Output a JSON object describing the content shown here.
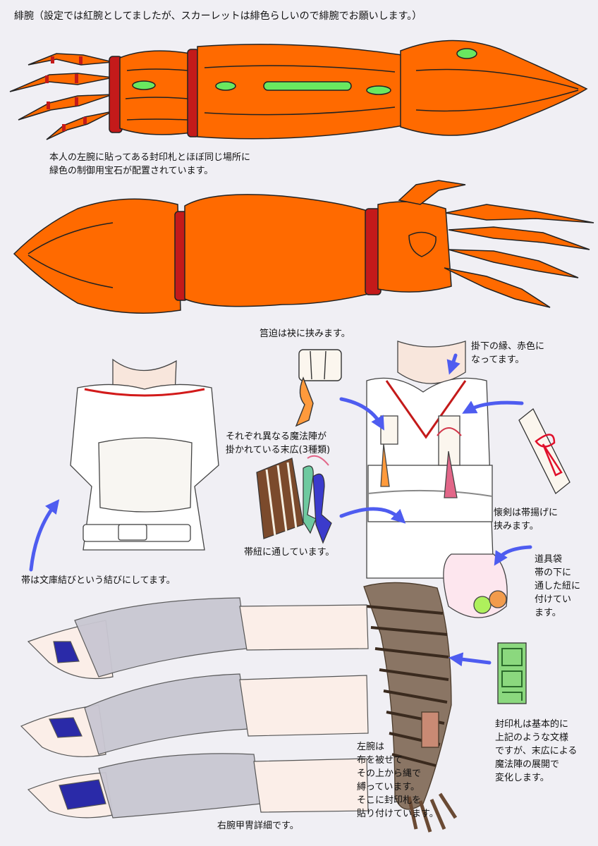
{
  "title": "緋腕（設定では紅腕としてましたが、スカーレットは緋色らしいので緋腕でお願いします。）",
  "colors": {
    "arm_orange": "#ff6a00",
    "gem_green": "#69e860",
    "stripe_red": "#c41a1a",
    "arrow_blue": "#4e5cf0",
    "background": "#f0eff4"
  },
  "notes": {
    "gem_placement": "本人の左腕に貼ってある封印札とほぼ同じ場所に\n緑色の制御用宝石が配置されています。",
    "hakoseko": "筥迫は袂に挟みます。",
    "kakeshita": "掛下の縁、赤色に\nなってます。",
    "suehiro": "それぞれ異なる魔法陣が\n掛かれている末広(3種類)",
    "kaiken": "懐剣は帯揚げに\n挟みます。",
    "obijime": "帯紐に通しています。",
    "dogubukuro": "道具袋\n帯の下に\n通した紐に\n付けてい\nます。",
    "obi_knot": "帯は文庫結びという結びにしてます。",
    "fuinsatsu": "封印札は基本的に\n上記のような文様\nですが、末広による\n魔法陣の展開で\n変化します。",
    "left_arm": "左腕は\n布を被せて\nその上から縄で\n縛っています。\nそこに封印札を\n貼り付けています。",
    "right_gauntlet": "右腕甲冑詳細です。"
  }
}
